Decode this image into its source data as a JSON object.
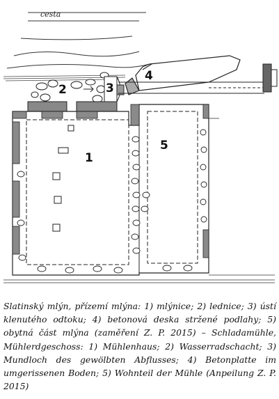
{
  "plan": {
    "road_label": "cesta",
    "labels": [
      "1",
      "2",
      "3",
      "4",
      "5"
    ]
  },
  "caption": "Slatinský mlýn, přízemí mlýna: 1) mlýnice; 2) lednice; 3) ústí klenutého odtoku; 4) betonová deska stržené podlahy; 5) obytná část mlýna (zaměření Z. P. 2015) – Schladamühle, Mühlerdgeschoss: 1) Mühlenhaus; 2) Wasserradschacht; 3) Mundloch des gewölbten Abflusses; 4) Betonplatte im umgerissenen Boden; 5) Wohnteil der Mühle (Anpeilung Z. P. 2015)"
}
